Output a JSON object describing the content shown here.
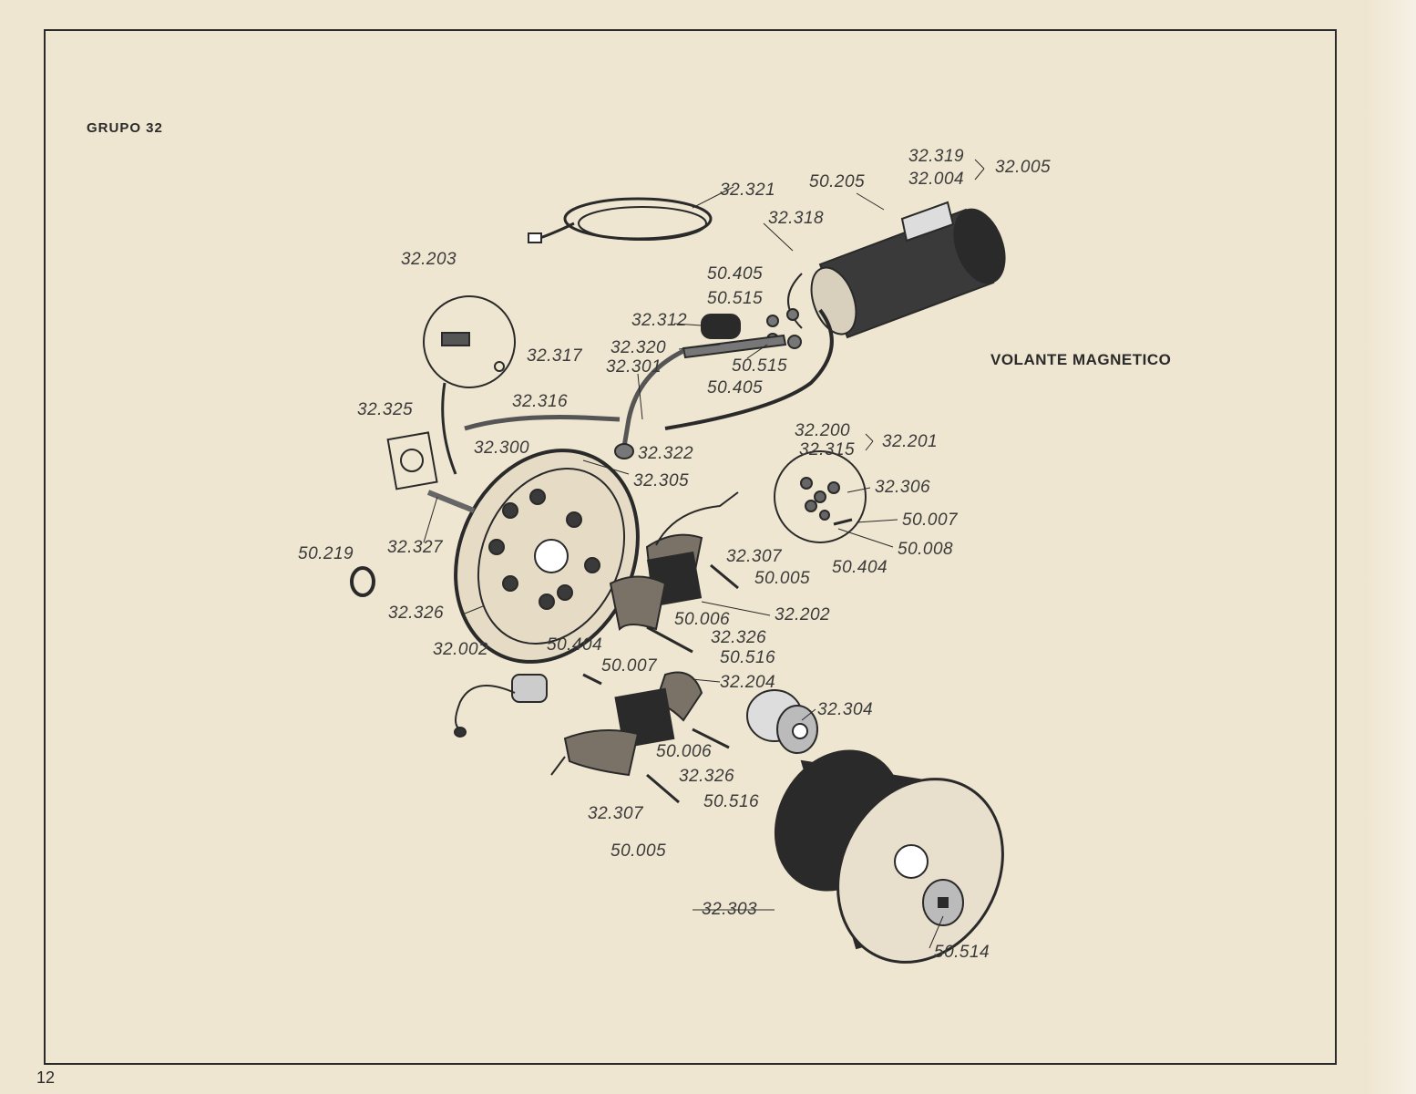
{
  "header": {
    "group_title": "GRUPO 32"
  },
  "section_title": "VOLANTE MAGNETICO",
  "page_number": "12",
  "labels": [
    "32.321",
    "32.319",
    "32.004",
    "32.005",
    "50.205",
    "32.318",
    "32.203",
    "50.405",
    "50.515",
    "32.312",
    "32.317",
    "32.320",
    "32.301",
    "50.515",
    "50.405",
    "32.325",
    "32.316",
    "32.200",
    "32.315",
    "32.201",
    "32.300",
    "32.322",
    "32.305",
    "32.306",
    "50.007",
    "32.327",
    "50.219",
    "50.008",
    "32.307",
    "50.005",
    "50.404",
    "32.326",
    "32.202",
    "50.006",
    "32.326",
    "32.002",
    "50.404",
    "50.516",
    "50.007",
    "32.204",
    "32.304",
    "50.006",
    "32.326",
    "50.516",
    "32.307",
    "50.005",
    "32.303",
    "50.514"
  ]
}
